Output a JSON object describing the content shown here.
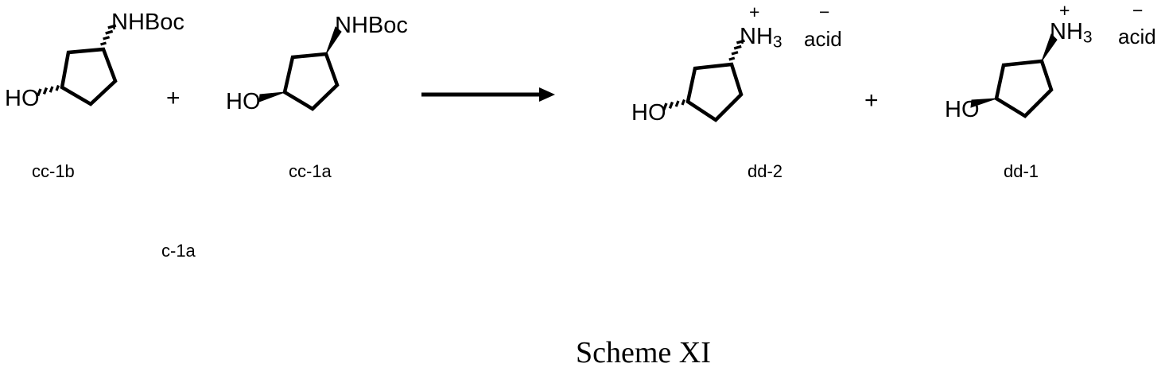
{
  "scheme": {
    "caption": "Scheme XI",
    "reaction_arrow": {
      "name": "reaction-arrow",
      "direction": "right"
    },
    "plus_operators": [
      {
        "symbol": "+",
        "side": "reactants"
      },
      {
        "symbol": "+",
        "side": "products"
      }
    ],
    "extra_label": "c-1a",
    "reactants": [
      {
        "id": "cc-1b",
        "label": "cc-1b",
        "core": "cyclopentane",
        "substituents": [
          {
            "text": "NHBoc",
            "position": "top-right",
            "bond": "hashed-wedge"
          },
          {
            "text": "HO",
            "position": "left",
            "bond": "hashed-wedge"
          }
        ]
      },
      {
        "id": "cc-1a",
        "label": "cc-1a",
        "core": "cyclopentane",
        "substituents": [
          {
            "text": "NHBoc",
            "position": "top-right",
            "bond": "bold-wedge"
          },
          {
            "text": "HO",
            "position": "left",
            "bond": "bold-wedge"
          }
        ]
      }
    ],
    "products": [
      {
        "id": "dd-2",
        "label": "dd-2",
        "core": "cyclopentane",
        "substituents": [
          {
            "text": "NH",
            "subscript": "3",
            "charge": "+",
            "position": "top-right",
            "bond": "hashed-wedge"
          },
          {
            "text": "HO",
            "position": "left",
            "bond": "hashed-wedge"
          }
        ],
        "counterion": {
          "text": "acid",
          "charge": "−"
        }
      },
      {
        "id": "dd-1",
        "label": "dd-1",
        "core": "cyclopentane",
        "substituents": [
          {
            "text": "NH",
            "subscript": "3",
            "charge": "+",
            "position": "top-right",
            "bond": "bold-wedge"
          },
          {
            "text": "HO",
            "position": "left",
            "bond": "bold-wedge"
          }
        ],
        "counterion": {
          "text": "acid",
          "charge": "−"
        }
      }
    ],
    "colors": {
      "ink": "#000000",
      "background": "#ffffff"
    }
  }
}
